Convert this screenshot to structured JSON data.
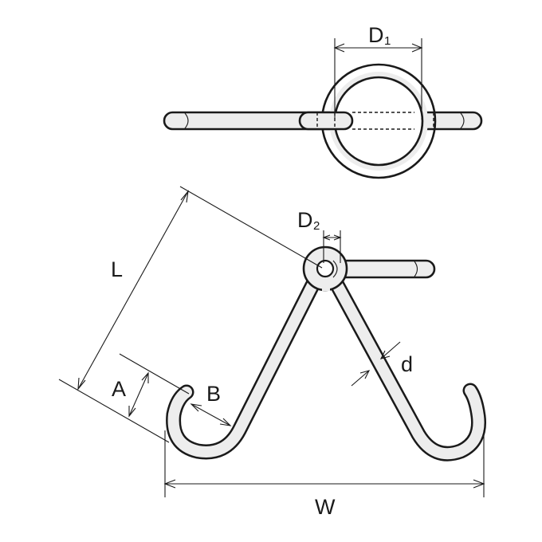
{
  "diagram": {
    "labels": {
      "D1": {
        "main": "D",
        "sub": "1"
      },
      "D2": {
        "main": "D",
        "sub": "2"
      },
      "L": "L",
      "A": "A",
      "B": "B",
      "d": "d",
      "W": "W"
    }
  }
}
